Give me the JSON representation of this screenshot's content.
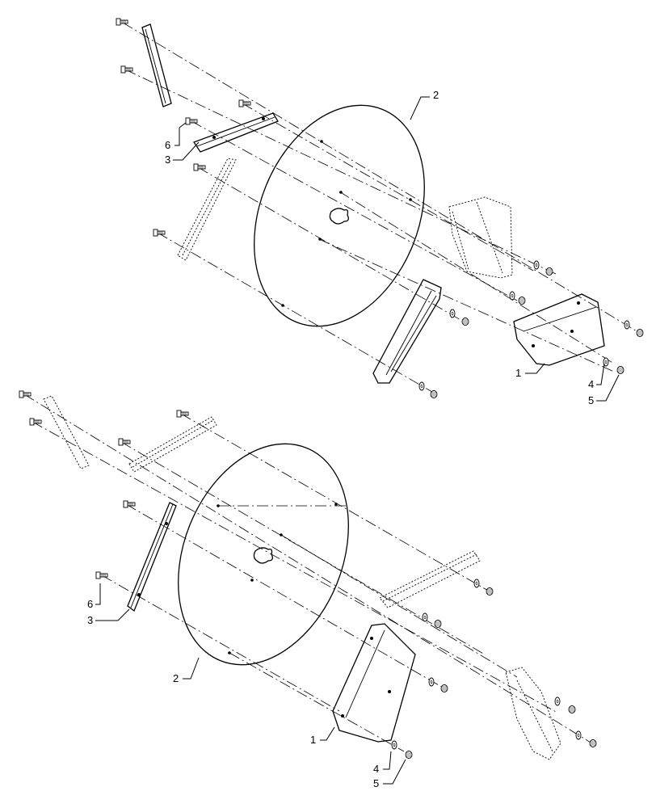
{
  "diagram": {
    "type": "exploded-parts-view",
    "views": [
      {
        "id": "upper",
        "callouts": [
          {
            "id": "c2",
            "text": "2"
          },
          {
            "id": "c6",
            "text": "6"
          },
          {
            "id": "c3",
            "text": "3"
          },
          {
            "id": "c1",
            "text": "1"
          },
          {
            "id": "c4",
            "text": "4"
          },
          {
            "id": "c5",
            "text": "5"
          }
        ]
      },
      {
        "id": "lower",
        "callouts": [
          {
            "id": "c6",
            "text": "6"
          },
          {
            "id": "c3",
            "text": "3"
          },
          {
            "id": "c2",
            "text": "2"
          },
          {
            "id": "c1",
            "text": "1"
          },
          {
            "id": "c4",
            "text": "4"
          },
          {
            "id": "c5",
            "text": "5"
          }
        ]
      }
    ]
  }
}
